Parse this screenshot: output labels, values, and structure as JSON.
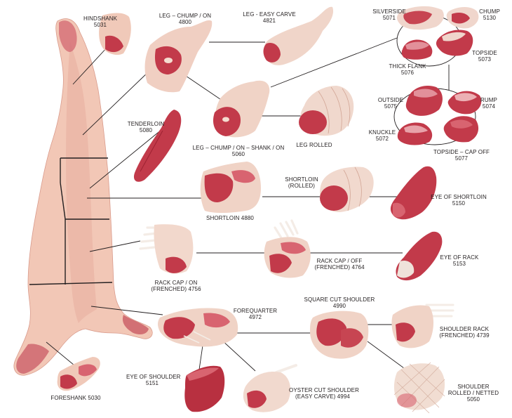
{
  "cuts": {
    "hindshank": {
      "name": "HINDSHANK",
      "code": "5031"
    },
    "leg_chump_on": {
      "name": "LEG – CHUMP / ON",
      "code": "4800"
    },
    "leg_easy_carve": {
      "name": "LEG - EASY CARVE",
      "code": "4821"
    },
    "silverside": {
      "name": "SILVERSIDE",
      "code": "5071"
    },
    "chump": {
      "name": "CHUMP",
      "code": "5130"
    },
    "thick_flank": {
      "name": "THICK FLANK",
      "code": "5076"
    },
    "topside": {
      "name": "TOPSIDE",
      "code": "5073"
    },
    "outside": {
      "name": "OUTSIDE",
      "code": "5075"
    },
    "rump": {
      "name": "RUMP",
      "code": "5074"
    },
    "knuckle": {
      "name": "KNUCKLE",
      "code": "5072"
    },
    "topside_cap_off": {
      "name": "TOPSIDE – CAP OFF",
      "code": "5077"
    },
    "tenderloin": {
      "name": "TENDERLOIN",
      "code": "5080"
    },
    "leg_chump_shank": {
      "name": "LEG – CHUMP / ON – SHANK / ON",
      "code": "5060"
    },
    "leg_rolled": {
      "name": "LEG ROLLED"
    },
    "shortloin": {
      "name": "SHORTLOIN 4880"
    },
    "shortloin_rolled": {
      "line1": "SHORTLOIN",
      "line2": "(ROLLED)"
    },
    "eye_of_shortloin": {
      "name": "EYE OF SHORTLOIN",
      "code": "5150"
    },
    "rack_cap_on": {
      "line1": "RACK CAP / ON",
      "line2": "(FRENCHED) 4756"
    },
    "rack_cap_off": {
      "line1": "RACK CAP / OFF",
      "line2": "(FRENCHED) 4764"
    },
    "eye_of_rack": {
      "name": "EYE OF RACK",
      "code": "5153"
    },
    "forequarter": {
      "name": "FOREQUARTER",
      "code": "4972"
    },
    "square_cut_shoulder": {
      "name": "SQUARE CUT SHOULDER",
      "code": "4990"
    },
    "shoulder_rack": {
      "line1": "SHOULDER RACK",
      "line2": "(FRENCHED) 4739"
    },
    "eye_of_shoulder": {
      "name": "EYE OF SHOULDER",
      "code": "5151"
    },
    "oyster_cut_shoulder": {
      "line1": "OYSTER CUT SHOULDER",
      "line2": "(EASY CARVE) 4994"
    },
    "shoulder_rolled": {
      "line1": "SHOULDER",
      "line2": "ROLLED / NETTED",
      "code": "5050"
    },
    "foreshank": {
      "name": "FORESHANK 5030"
    }
  },
  "colors": {
    "carcass_fat": "#f2c7b6",
    "carcass_shade": "#e3a596",
    "meat_red": "#c23a4a",
    "meat_dark": "#9e2232",
    "fat_cream": "#f4ddd0",
    "bone": "#f7efe9",
    "line": "#231f20",
    "text": "#231f20"
  }
}
